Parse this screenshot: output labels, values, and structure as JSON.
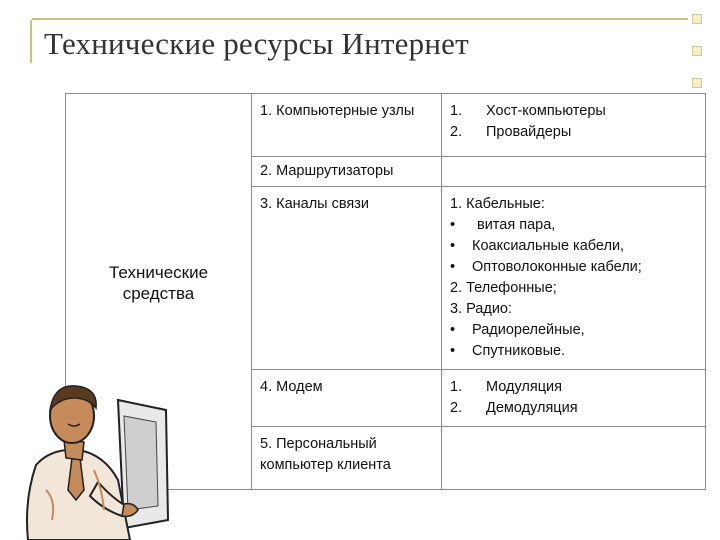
{
  "slide": {
    "title": "Технические ресурсы Интернет"
  },
  "table": {
    "category": "Технические средства",
    "rows": [
      {
        "resource": "1. Компьютерные узлы",
        "details": {
          "type": "numbered",
          "items": [
            {
              "n": "1.",
              "t": "Хост-компьютеры"
            },
            {
              "n": "2.",
              "t": "Провайдеры"
            }
          ]
        }
      },
      {
        "resource": "2. Маршрутизаторы"
      },
      {
        "resource": "3. Каналы связи",
        "details": {
          "lines": [
            {
              "kind": "plain",
              "t": "1. Кабельные:"
            },
            {
              "kind": "bullet",
              "b": "•",
              "t": "витая пара,"
            },
            {
              "kind": "bullet",
              "b": "•",
              "t": "Коаксиальные кабели,"
            },
            {
              "kind": "bullet",
              "b": "•",
              "t": "Оптоволоконные кабели;"
            },
            {
              "kind": "plain",
              "t": "2. Телефонные;"
            },
            {
              "kind": "plain",
              "t": "3. Радио:"
            },
            {
              "kind": "bullet",
              "b": "•",
              "t": "Радиорелейные,"
            },
            {
              "kind": "bullet",
              "b": "•",
              "t": "Спутниковые."
            }
          ]
        }
      },
      {
        "resource": "4. Модем",
        "details": {
          "type": "numbered",
          "items": [
            {
              "n": "1.",
              "t": "Модуляция"
            },
            {
              "n": "2.",
              "t": "Демодуляция"
            }
          ]
        }
      },
      {
        "resource": "5. Персональный компьютер клиента"
      }
    ]
  },
  "colors": {
    "frame": "#c9c37a",
    "title": "#333333",
    "border": "#8a8a8a",
    "skin": "#c58b5a",
    "shirt": "#f2e6d8"
  },
  "icons": {
    "decor_squares": "square-bullet-icon",
    "clipart": "man-at-computer-clipart"
  }
}
